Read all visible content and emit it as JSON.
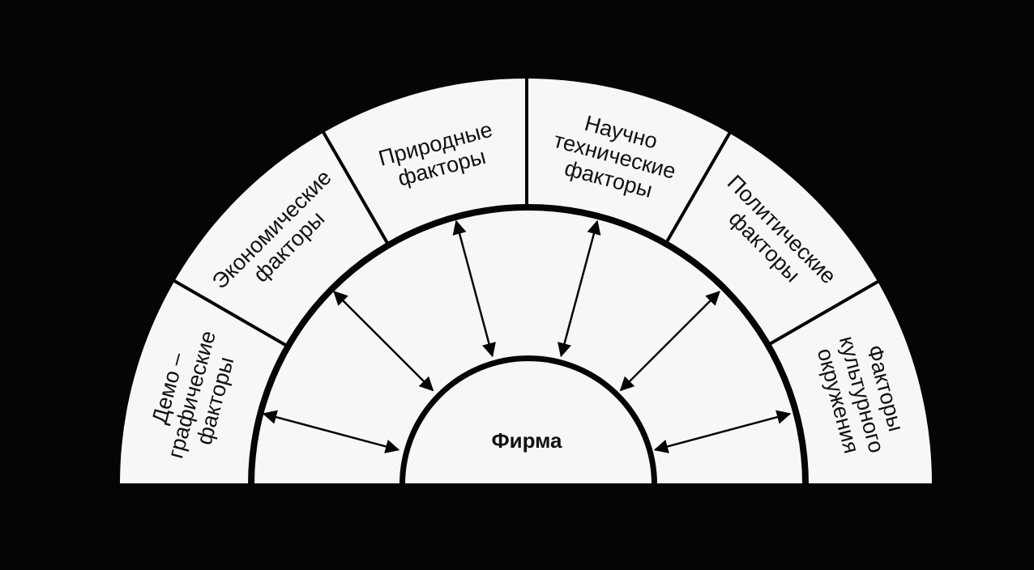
{
  "center": {
    "label": "Фирма"
  },
  "sectors": [
    {
      "id": "demographic",
      "lines": [
        "Демо –",
        "графические",
        "факторы"
      ]
    },
    {
      "id": "economic",
      "lines": [
        "Экономические",
        "факторы"
      ]
    },
    {
      "id": "natural",
      "lines": [
        "Природные",
        "факторы"
      ]
    },
    {
      "id": "scientific-technical",
      "lines": [
        "Научно",
        "технические",
        "факторы"
      ]
    },
    {
      "id": "political",
      "lines": [
        "Политические",
        "факторы"
      ]
    },
    {
      "id": "cultural",
      "lines": [
        "Факторы",
        "культурного",
        "окружения"
      ]
    }
  ],
  "colors": {
    "background": "#050505",
    "paper": "#f7f7f7",
    "ink": "#111111"
  }
}
